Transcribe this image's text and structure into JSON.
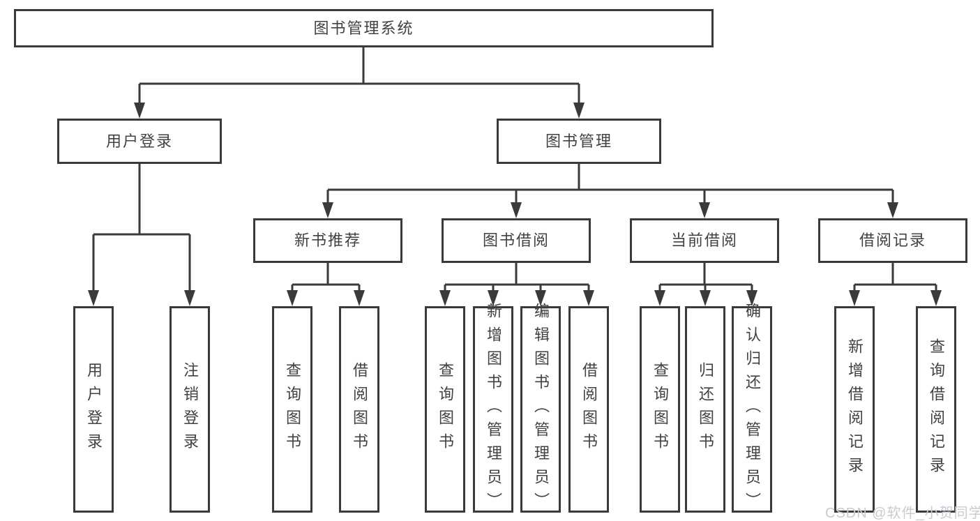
{
  "tree": {
    "root": {
      "label": "图书管理系统"
    },
    "user_login": {
      "label": "用户登录",
      "children": [
        {
          "label": "用户登录"
        },
        {
          "label": "注销登录"
        }
      ]
    },
    "book_mgmt": {
      "label": "图书管理",
      "sections": [
        {
          "label": "新书推荐",
          "children": [
            {
              "label": "查询图书"
            },
            {
              "label": "借阅图书"
            }
          ]
        },
        {
          "label": "图书借阅",
          "children": [
            {
              "label": "查询图书"
            },
            {
              "label": "新增图书（管理员）"
            },
            {
              "label": "编辑图书（管理员）"
            },
            {
              "label": "借阅图书"
            }
          ]
        },
        {
          "label": "当前借阅",
          "children": [
            {
              "label": "查询图书"
            },
            {
              "label": "归还图书"
            },
            {
              "label": "确认归还（管理员）"
            }
          ]
        },
        {
          "label": "借阅记录",
          "children": [
            {
              "label": "新增借阅记录"
            },
            {
              "label": "查询借阅记录"
            }
          ]
        }
      ]
    }
  },
  "watermark": {
    "text": "CSDN @软件_小贺同学"
  },
  "colors": {
    "line": "#3a3a3a",
    "box_border": "#3a3a3a",
    "text": "#414141",
    "background": "#ffffff",
    "watermark": "#c9cad4"
  }
}
